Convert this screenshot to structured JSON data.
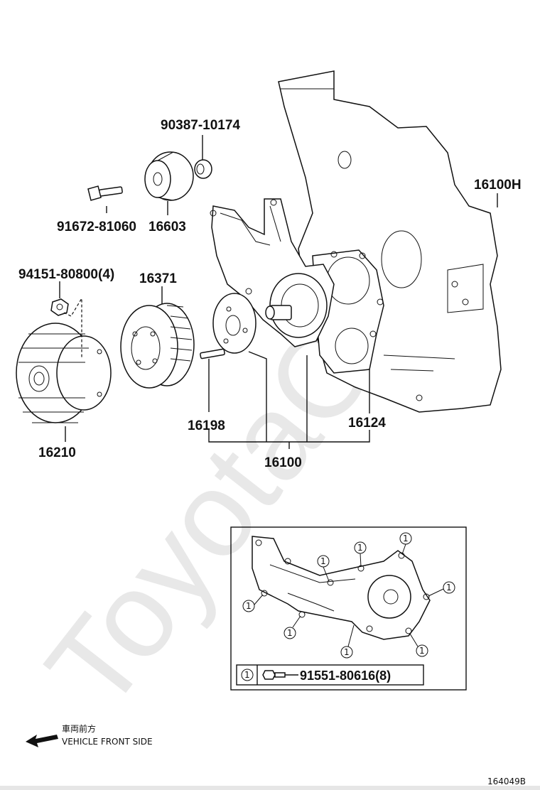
{
  "watermark": "ToyotaCa",
  "labels": {
    "p90387": "90387-10174",
    "p16100H": "16100H",
    "p91672": "91672-81060",
    "p16603": "16603",
    "p94151": "94151-80800(4)",
    "p16371": "16371",
    "p16198": "16198",
    "p16124": "16124",
    "p16210": "16210",
    "p16100": "16100"
  },
  "inset": {
    "callout_number": "1",
    "legend_callout": "1",
    "legend_part": "91551-80616(8)"
  },
  "direction": {
    "japanese": "車両前方",
    "english": "VEHICLE FRONT SIDE"
  },
  "figure_id": "164049B"
}
